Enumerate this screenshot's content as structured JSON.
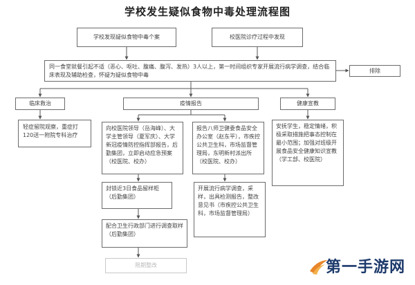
{
  "title": "学校发生疑似食物中毒处理流程图",
  "top_left": "学校发现疑似食物中毒个案",
  "top_right": "校医院诊疗过程中发现",
  "trigger": "同一食堂就餐引起不适（恶心、呕吐、腹痛、腹泻、发热）3人以上，第一时间组织专家开展流行病学调查，结合临床表现及辅助检查，怀疑为疑似食物中毒",
  "exclude": "排除",
  "col_left_header": "临床救治",
  "col_mid_header": "疫情报告",
  "col_right_header": "健康宣教",
  "left_detail": "轻症留院观察，重症打120送一附院专科治疗",
  "mid_a1": "向校医院领导（岳海峰）、大学主管领导（夏军庆）、大学新冠疫情防控指挥部报告，后勤集团，立即启动应急预案（校医院、校办）",
  "mid_a2": "封锁近3日食品留样柜（后勤集团）",
  "mid_a3": "配合卫生行政部门进行调查取样（后勤集团）",
  "mid_a4": "限期整改",
  "mid_b1": "报告八师卫健委食品安全办公室（赵东平），市疾控公共卫生科，市场监督管理局，东明新村派出所（校医院、校办）",
  "mid_b2": "开展流行病学调查，采样，出具检测报告，整改意见书（市疾控公共卫生科，市场监督管理局）",
  "right_detail": "安抚学生，稳定情绪，积极采取措施把事态控制在最小范围；加强对班级开展食品安全健康知识宣教（学工部、校医院）",
  "watermark": "第一手游网"
}
